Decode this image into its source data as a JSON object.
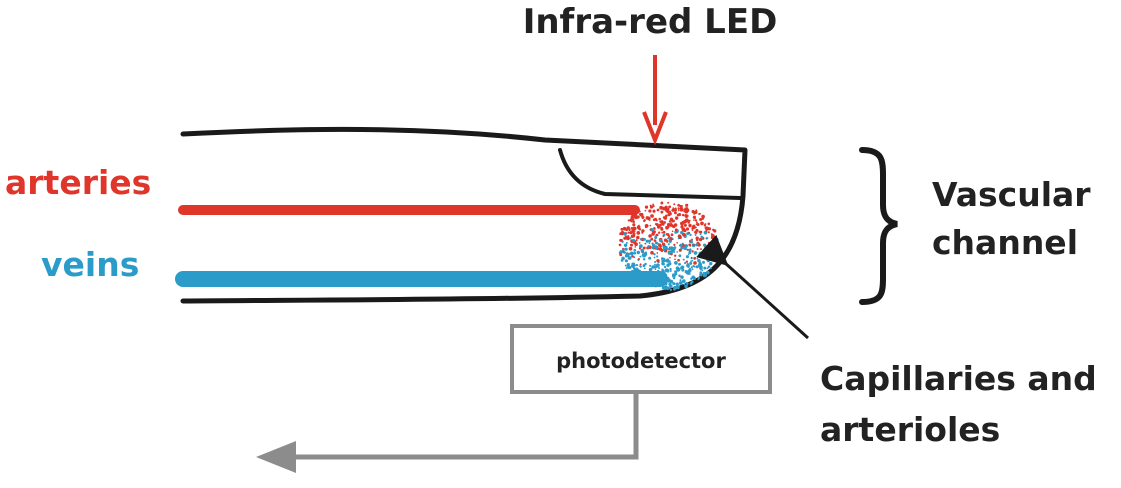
{
  "labels": {
    "led": "Infra-red LED",
    "arteries": "arteries",
    "veins": "veins",
    "vascular_line1": "Vascular",
    "vascular_line2": "channel",
    "photodetector": "photodetector",
    "capillaries_line1": "Capillaries and",
    "capillaries_line2": "arterioles"
  },
  "icons": {
    "led_arrow": "arrow-down-icon",
    "output_arrow": "arrow-left-icon",
    "pointer": "pointer-arrow-icon",
    "brace": "right-brace-icon"
  },
  "colors": {
    "artery": "#e0352b",
    "vein": "#2b9bc9",
    "outline": "#1a1a1a",
    "detector": "#8c8c8c",
    "text": "#222222"
  }
}
